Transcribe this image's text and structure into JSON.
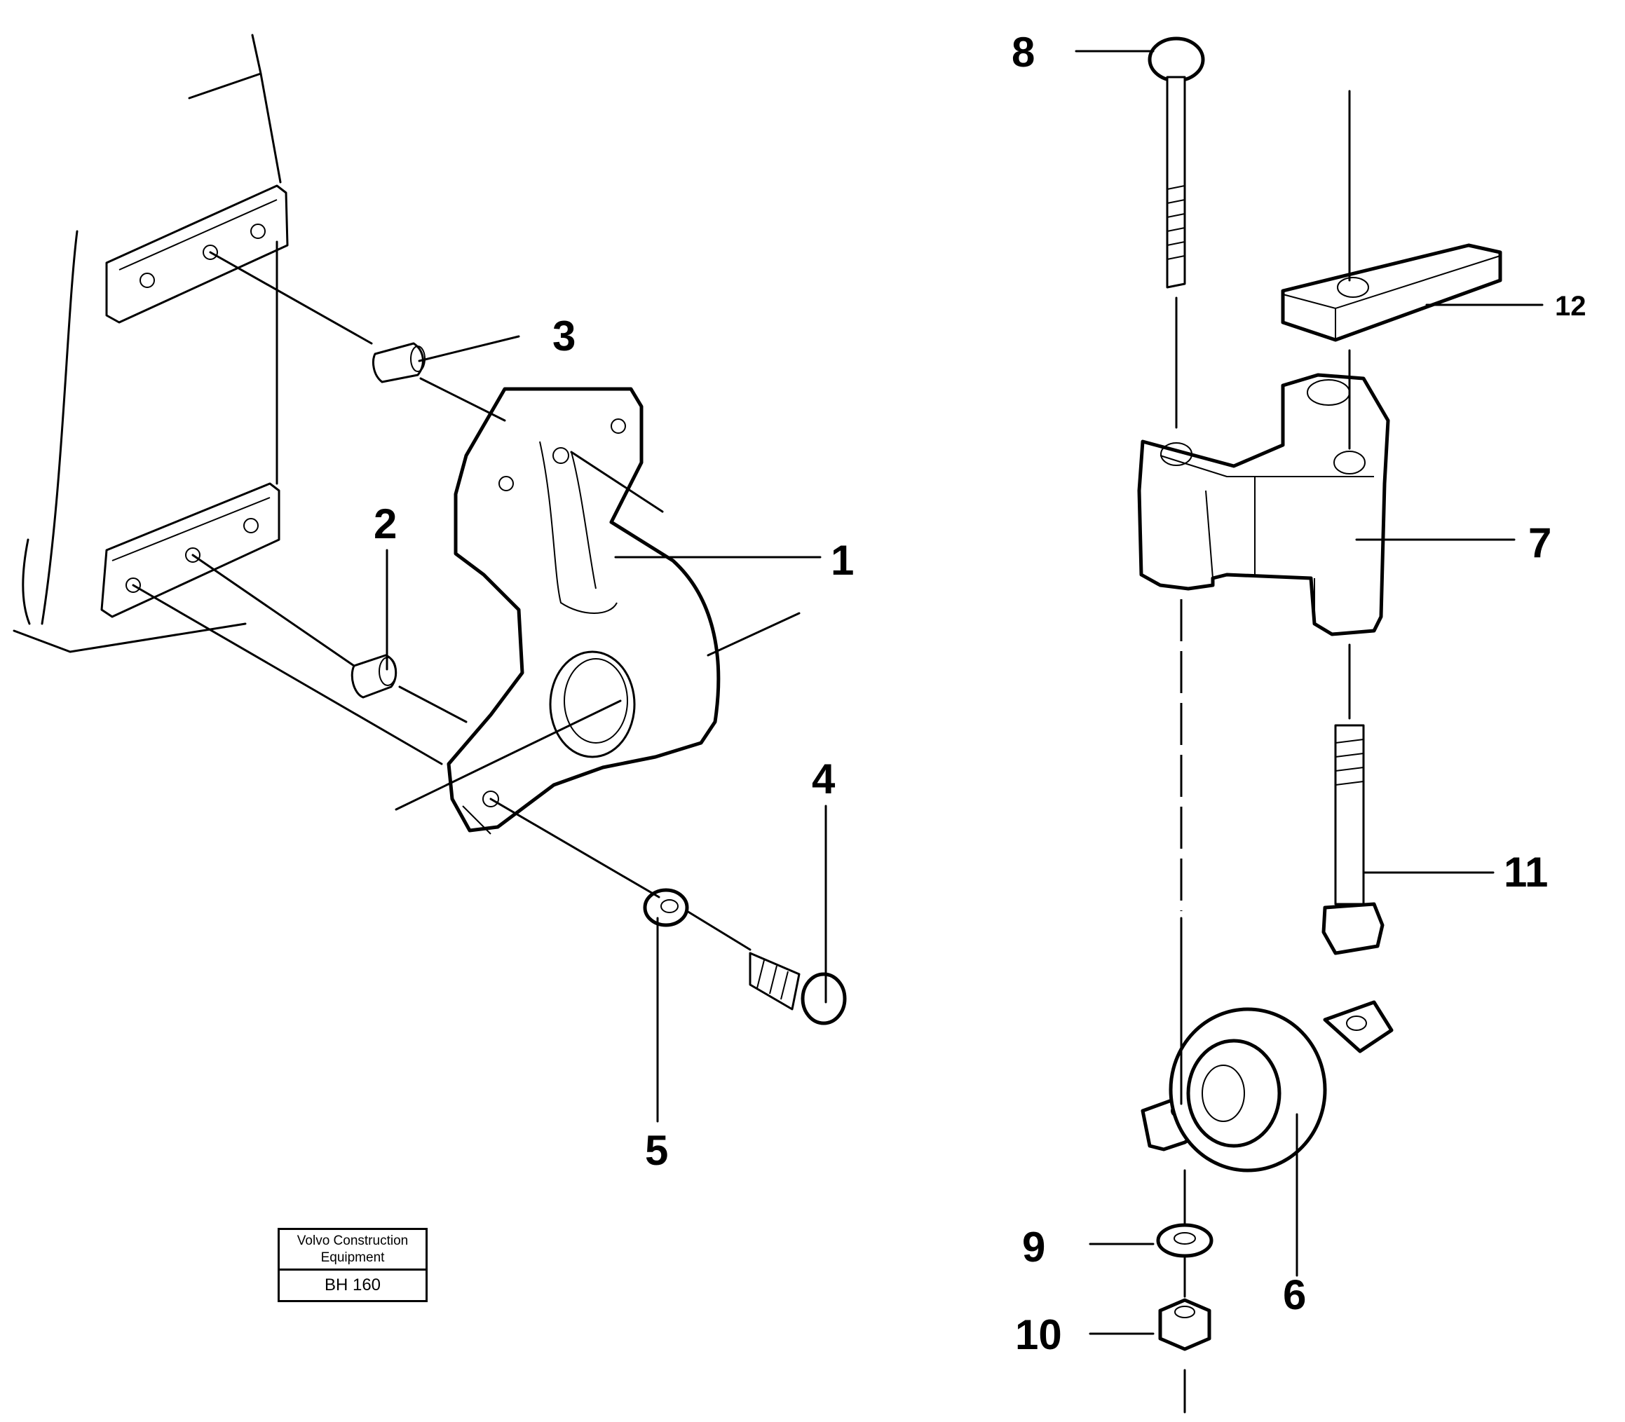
{
  "callouts": {
    "p1": "1",
    "p2": "2",
    "p3": "3",
    "p4": "4",
    "p5": "5",
    "p6": "6",
    "p7": "7",
    "p8": "8",
    "p9": "9",
    "p10": "10",
    "p11": "11",
    "p12": "12"
  },
  "stamp": {
    "company_line1": "Volvo Construction",
    "company_line2": "Equipment",
    "code": "BH 160"
  }
}
